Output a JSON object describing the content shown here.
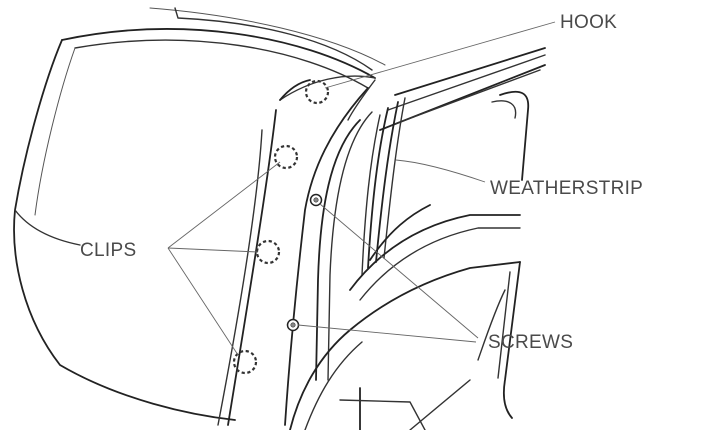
{
  "labels": {
    "hook": "HOOK",
    "weatherstrip": "WEATHERSTRIP",
    "clips": "CLIPS",
    "screws": "SCREWS"
  },
  "colors": {
    "background": "#ffffff",
    "ink": "#222222",
    "label": "#4a4a4a"
  }
}
